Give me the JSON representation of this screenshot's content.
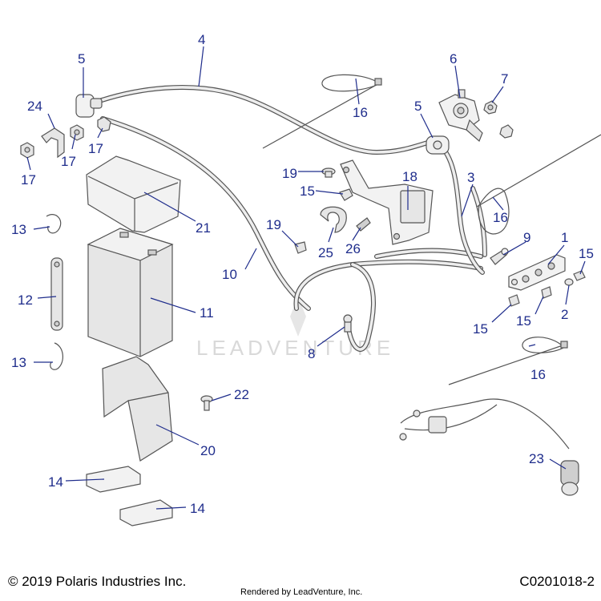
{
  "watermark": "LEADVENTURE",
  "footer": {
    "copyright": "© 2019 Polaris Industries Inc.",
    "rendered_by": "Rendered by LeadVenture, Inc.",
    "diagram_code": "C0201018-2"
  },
  "callouts": {
    "c1": "1",
    "c2": "2",
    "c3": "3",
    "c4": "4",
    "c5a": "5",
    "c5b": "5",
    "c6": "6",
    "c7": "7",
    "c8": "8",
    "c9": "9",
    "c10": "10",
    "c11": "11",
    "c12": "12",
    "c13a": "13",
    "c13b": "13",
    "c14a": "14",
    "c14b": "14",
    "c15a": "15",
    "c15b": "15",
    "c15c": "15",
    "c15d": "15",
    "c16a": "16",
    "c16b": "16",
    "c16c": "16",
    "c17a": "17",
    "c17b": "17",
    "c17c": "17",
    "c18": "18",
    "c19a": "19",
    "c19b": "19",
    "c20": "20",
    "c21": "21",
    "c22": "22",
    "c23": "23",
    "c24": "24",
    "c25": "25",
    "c26": "26"
  }
}
